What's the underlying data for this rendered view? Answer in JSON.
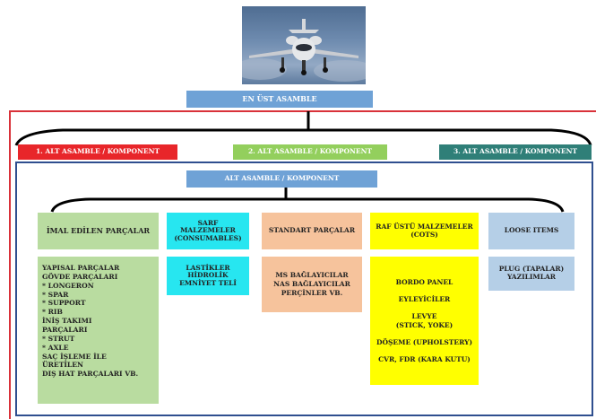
{
  "photo": {
    "subject": "airplane-photo"
  },
  "top": {
    "label": "EN ÜST ASAMBLE"
  },
  "level1": [
    {
      "label": "1. ALT ASAMBLE / KOMPONENT",
      "color": "#e8262a",
      "text": "#ffffff"
    },
    {
      "label": "2. ALT ASAMBLE / KOMPONENT",
      "color": "#93cf5d",
      "text": "#ffffff"
    },
    {
      "label": "3. ALT ASAMBLE / KOMPONENT",
      "color": "#2f7f78",
      "text": "#ffffff"
    }
  ],
  "level2": {
    "label": "ALT ASAMBLE / KOMPONENT",
    "color": "#6fa2d6"
  },
  "columns": [
    {
      "header": "İMAL EDİLEN PARÇALAR",
      "color": "#b9dca0",
      "body": "YAPISAL PARÇALAR\n     GÖVDE PARÇALARI\n        * LONGERON\n        * SPAR\n        * SUPPORT\n        * RIB\n   İNİŞ TAKIMI\nPARÇALARI\n        * STRUT\n        * AXLE\nSAÇ İŞLEME İLE\nÜRETİLEN\nDIŞ HAT PARÇALARI VB."
    },
    {
      "header": "SARF MALZEMELER (CONSUMABLES)",
      "color": "#27e6f0",
      "body": "LASTİKLER\nHİDROLİK\nEMNİYET TELİ"
    },
    {
      "header": "STANDART PARÇALAR",
      "color": "#f6c39c",
      "body": "MS BAĞLAYICILAR\nNAS BAĞLAYICILAR\nPERÇİNLER VB."
    },
    {
      "header": "RAF ÜSTÜ MALZEMELER (COTS)",
      "color": "#ffff00",
      "body": "BORDO PANEL\n\nEYLEYİCİLER\n\nLEVYE\n(STICK, YOKE)\n\nDÖŞEME (UPHOLSTERY)\n\nCVR, FDR (KARA KUTU)"
    },
    {
      "header": "LOOSE ITEMS",
      "color": "#b5cfe7",
      "body": "PLUG (TAPALAR)\nYAZILIMLAR"
    }
  ],
  "colors": {
    "outer_frame": "#d9323a",
    "inner_frame": "#2f4f8f",
    "bracket": "#000000"
  }
}
